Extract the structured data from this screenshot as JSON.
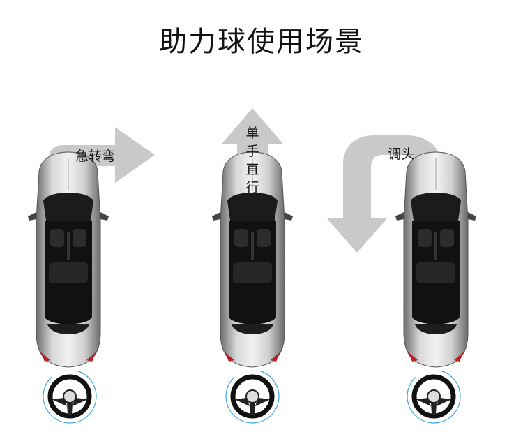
{
  "title": "助力球使用场景",
  "scenes": [
    {
      "label": "急转弯",
      "arrow": "right-turn-arrow"
    },
    {
      "label": "单手直行",
      "arrow": "straight-arrow"
    },
    {
      "label": "调头",
      "arrow": "u-turn-arrow"
    }
  ],
  "colors": {
    "arrow": "#c9c9c9",
    "car_body": "#b8b8b8",
    "glass": "#1a1a1a",
    "ring": "#3aa6e0"
  }
}
